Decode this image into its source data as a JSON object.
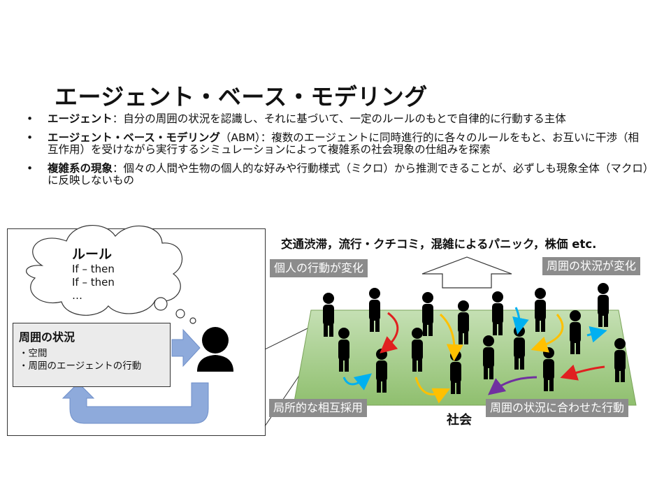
{
  "title": "エージェント・ベース・モデリング",
  "bullets": [
    {
      "term": "エージェント",
      "desc": "：自分の周囲の状況を認識し、それに基づいて、一定のルールのもとで自律的に行動する主体"
    },
    {
      "term": "エージェント・ベース・モデリング",
      "desc": "（ABM）：複数のエージェントに同時進行的に各々のルールをもと、お互いに干渉（相互作用）を受けながら実行するシミュレーションによって複雑系の社会現象の仕組みを探索"
    },
    {
      "term": "複雑系の現象",
      "desc": "：個々の人間や生物の個人的な好みや行動様式（ミクロ）から推測できることが、必ずしも現象全体（マクロ）に反映しないもの"
    }
  ],
  "bullet_marker": "•",
  "rule": {
    "heading": "ルール",
    "lines": [
      "If – then",
      "If – then",
      "…"
    ]
  },
  "surroundings": {
    "heading": "周囲の状況",
    "items": [
      "・空間",
      "・周囲のエージェントの行動"
    ]
  },
  "society": {
    "caption": "交通渋滞，流行・クチコミ，混雑によるパニック，株価 etc.",
    "tags": {
      "individual_change": "個人の行動が変化",
      "surrounding_change": "周囲の状況が変化",
      "local_interaction": "局所的な相互採用",
      "adaptive_action": "周囲の状況に合わせた行動"
    },
    "label": "社会"
  },
  "colors": {
    "ground": "#a9d18e",
    "arrow_blue": "#8eaadb",
    "tag_bg": "#8c8c8c",
    "red": "#e02020",
    "yellow": "#ffc000",
    "cyan": "#00b0f0",
    "purple": "#7030a0"
  }
}
